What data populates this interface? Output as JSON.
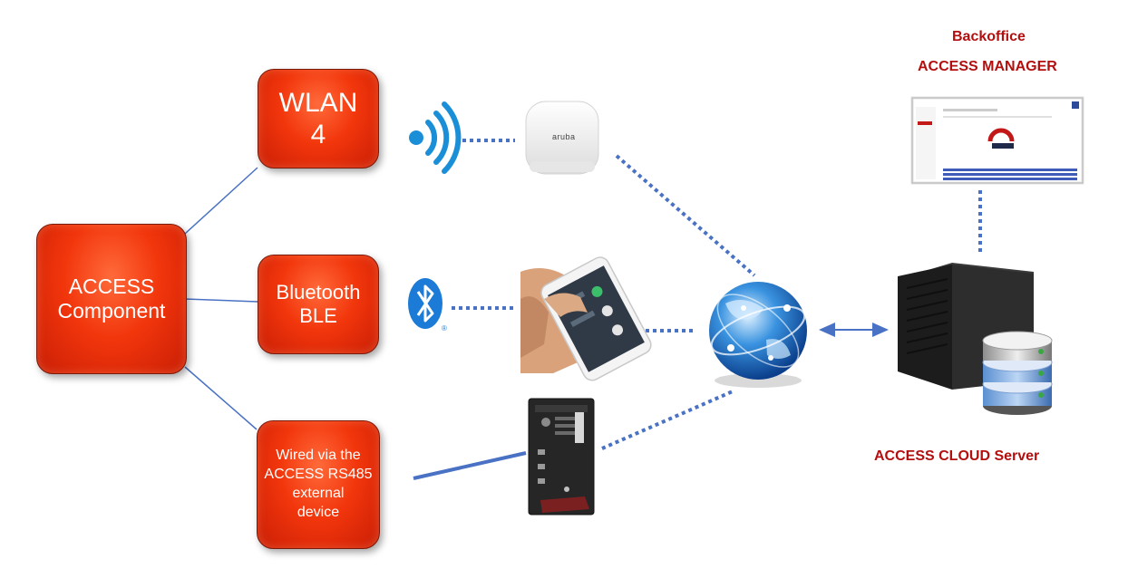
{
  "nodes": {
    "access_component": "ACCESS\nComponent",
    "wlan": "WLAN\n4",
    "bluetooth": "Bluetooth\nBLE",
    "wired": "Wired via the\nACCESS RS485\nexternal\ndevice"
  },
  "backoffice": {
    "title": "Backoffice",
    "subtitle": "ACCESS MANAGER"
  },
  "cloud": {
    "label": "ACCESS CLOUD Server"
  },
  "devices": {
    "access_point_brand": "aruba",
    "bluetooth_mark": "®"
  },
  "colors": {
    "box_red": "#f2360c",
    "label_red": "#b30f0f",
    "line_blue": "#4a72c4",
    "wifi_blue": "#1a8fd8"
  },
  "icons": [
    "wifi-signal-icon",
    "bluetooth-icon",
    "globe-icon",
    "server-icon",
    "database-icon",
    "smartphone-icon",
    "gateway-device-icon",
    "access-point-icon",
    "dashboard-screenshot-icon"
  ]
}
